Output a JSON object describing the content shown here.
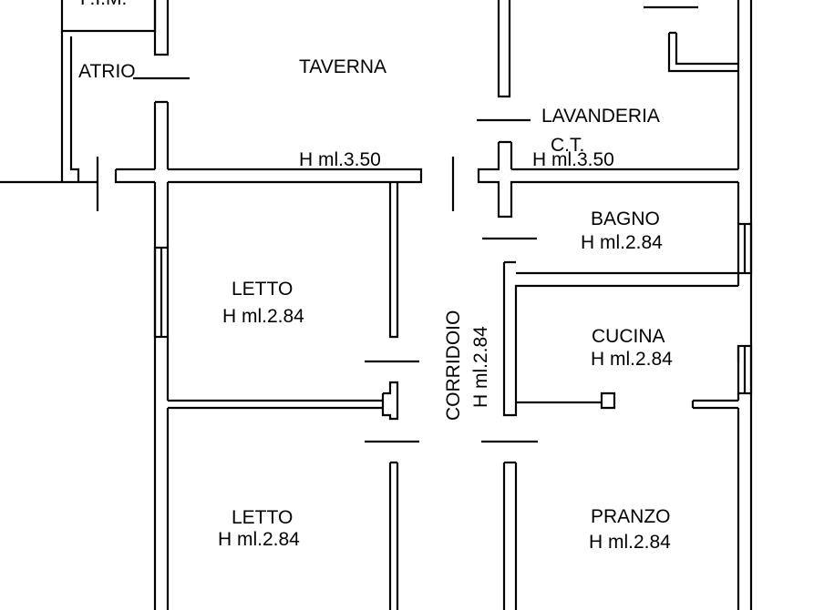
{
  "rooms": {
    "top_cut": "F.I.M.",
    "atrio": "ATRIO",
    "taverna": "TAVERNA",
    "lavanderia": "LAVANDERIA",
    "ct": "C.T.",
    "taverna_h": "H ml.3.50",
    "lavanderia_h": "H ml.3.50",
    "bagno": "BAGNO",
    "bagno_h": "H ml.2.84",
    "letto1": "LETTO",
    "letto1_h": "H ml.2.84",
    "corridoio": "CORRIDOIO",
    "corridoio_h": "H ml.2.84",
    "cucina": "CUCINA",
    "cucina_h": "H ml.2.84",
    "letto2": "LETTO",
    "letto2_h": "H ml.2.84",
    "pranzo": "PRANZO",
    "pranzo_h": "H ml.2.84"
  },
  "colors": {
    "line": "#000000",
    "background": "#ffffff"
  }
}
